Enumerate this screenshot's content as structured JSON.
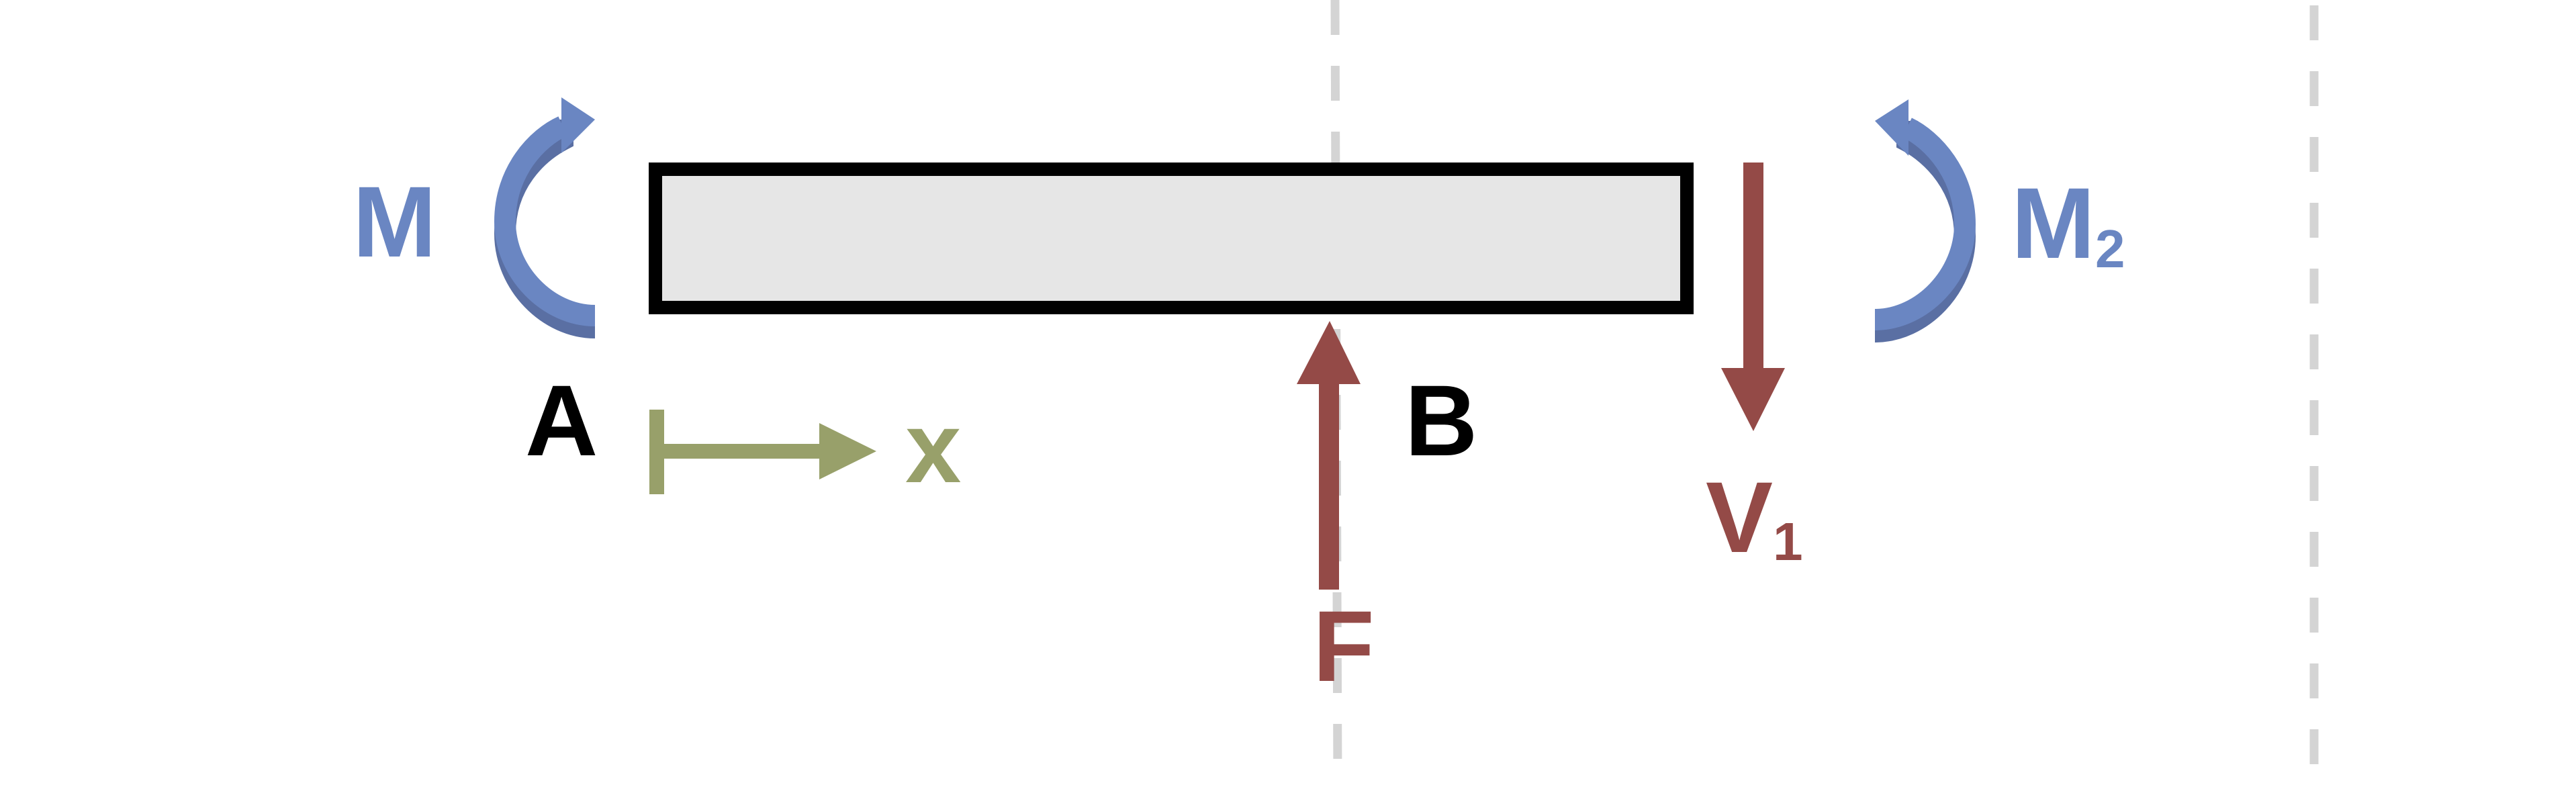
{
  "colors": {
    "background": "#ffffff",
    "beam_fill": "#e6e6e6",
    "beam_stroke": "#000000",
    "guide_line": "#d4d4d4",
    "moment": "#6a86c2",
    "moment_shadow": "#5a6fa3",
    "force": "#944a47",
    "axis": "#98a06a",
    "point_label": "#000000"
  },
  "labels": {
    "point_a": "A",
    "point_b": "B",
    "axis_x": "x",
    "force_f": "F",
    "shear_v": "V",
    "shear_v_sub": "1",
    "moment_left": "M",
    "moment_right": "M",
    "moment_right_sub": "2"
  },
  "icons": {
    "moment_left": "counterclockwise-moment-arrow",
    "moment_right": "clockwise-moment-arrow",
    "force_f": "upward-force-arrow",
    "shear_v": "downward-force-arrow",
    "axis_x": "right-axis-arrow"
  }
}
